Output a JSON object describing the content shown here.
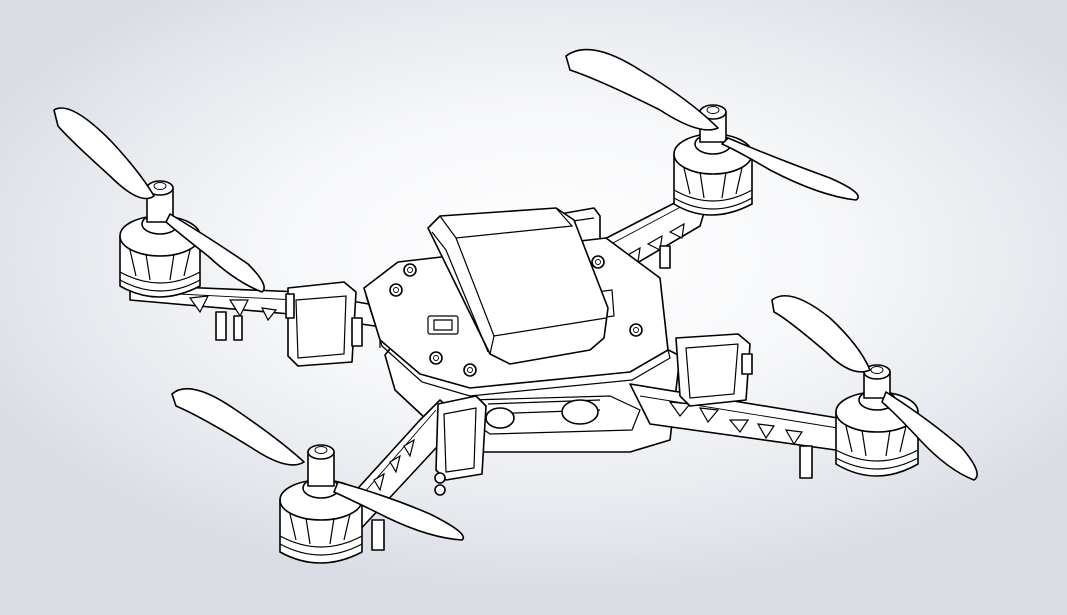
{
  "viewport": {
    "background_top": "#d9dde3",
    "background_center": "#ffffff",
    "line_color": "#000000",
    "fill_color": "#ffffff"
  },
  "model": {
    "parts": [
      "frame-top-plate",
      "battery",
      "arm-front-left",
      "arm-front-right",
      "arm-rear-left",
      "arm-rear-right",
      "motor",
      "propeller",
      "esc"
    ],
    "propeller_count": 4,
    "motor_count": 4,
    "esc_count": 4
  }
}
